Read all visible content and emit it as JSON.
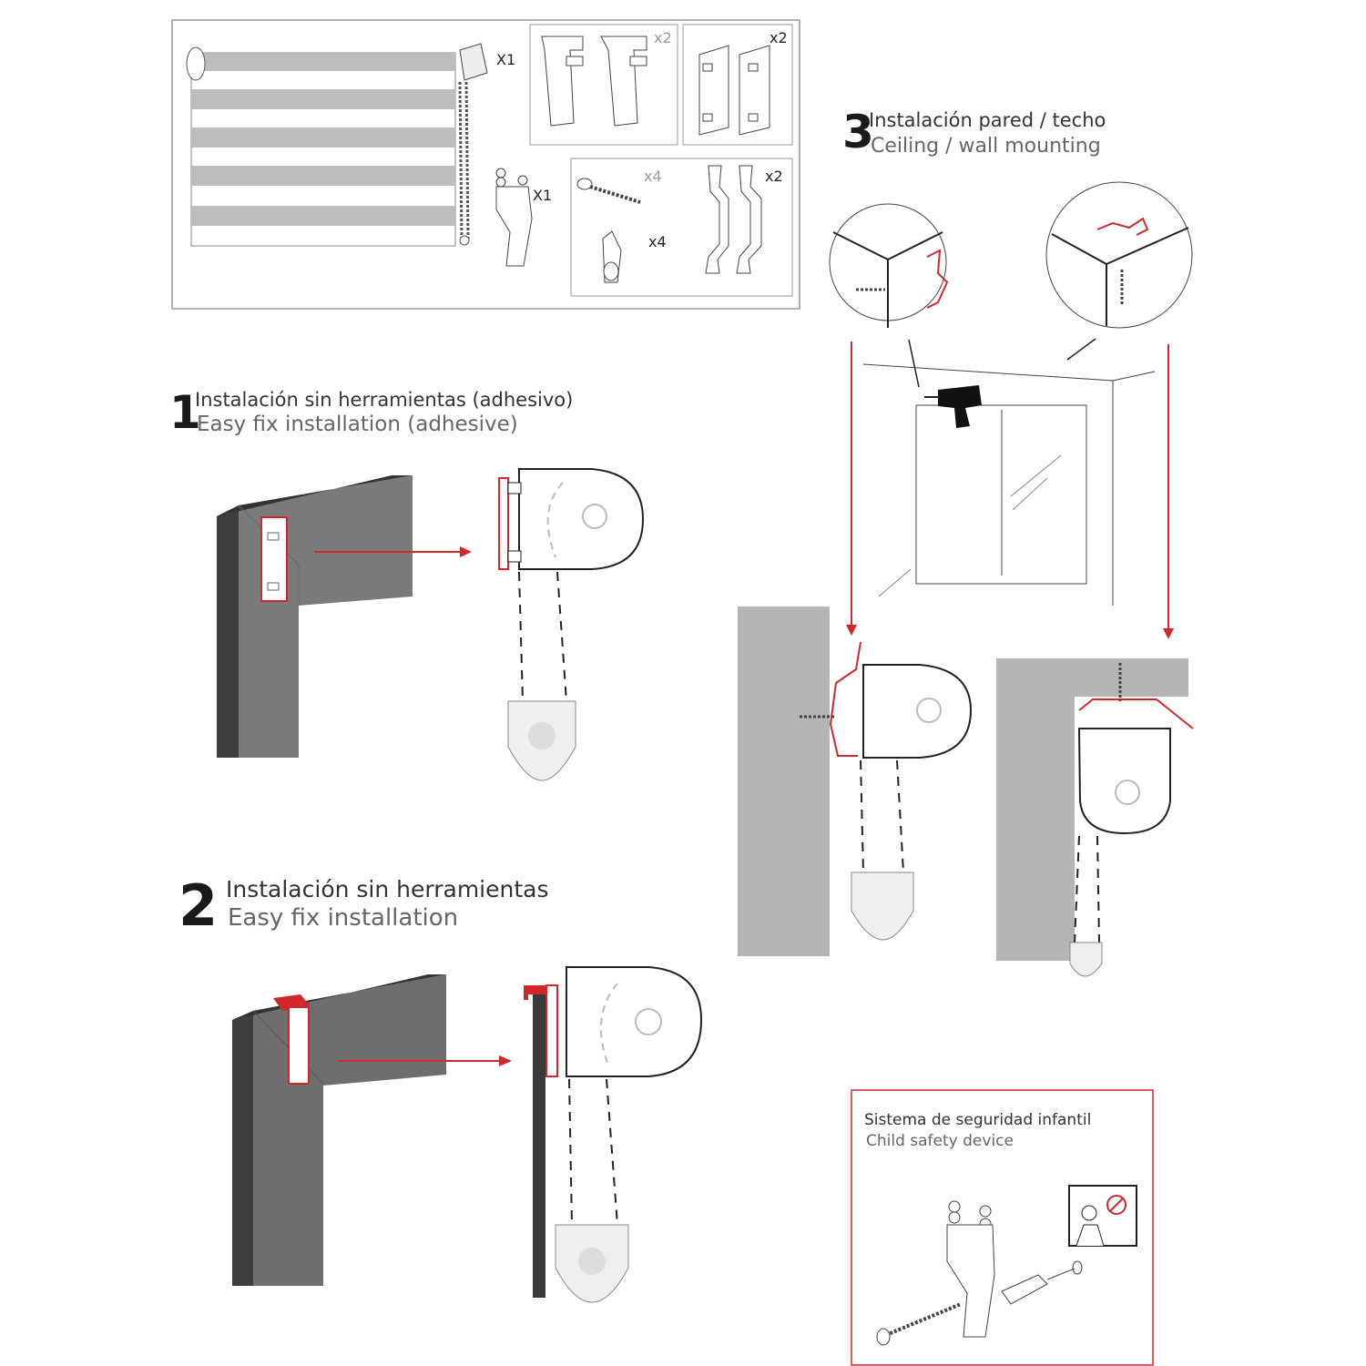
{
  "kit": {
    "qty_blind": "X1",
    "qty_hook_brackets": "x2",
    "qty_adhesive_brackets": "x2",
    "qty_safety_clip": "X1",
    "qty_screws": "x4",
    "qty_plugs": "x4",
    "qty_z_brackets": "x2"
  },
  "step1": {
    "number": "1",
    "title_es": "Instalación sin herramientas (adhesivo)",
    "title_en": "Easy fix installation (adhesive)"
  },
  "step2": {
    "number": "2",
    "title_es": "Instalación sin herramientas",
    "title_en": "Easy fix installation"
  },
  "step3": {
    "number": "3",
    "title_es": "Instalación pared / techo",
    "title_en": "Ceiling / wall mounting"
  },
  "safety": {
    "title_es": "Sistema de seguridad infantil",
    "title_en": "Child safety device"
  },
  "colors": {
    "accent_red": "#d0282d",
    "frame_dark": "#4a4a4a",
    "wall_gray": "#b5b5b3",
    "stripe_gray": "#bdbdbd"
  }
}
